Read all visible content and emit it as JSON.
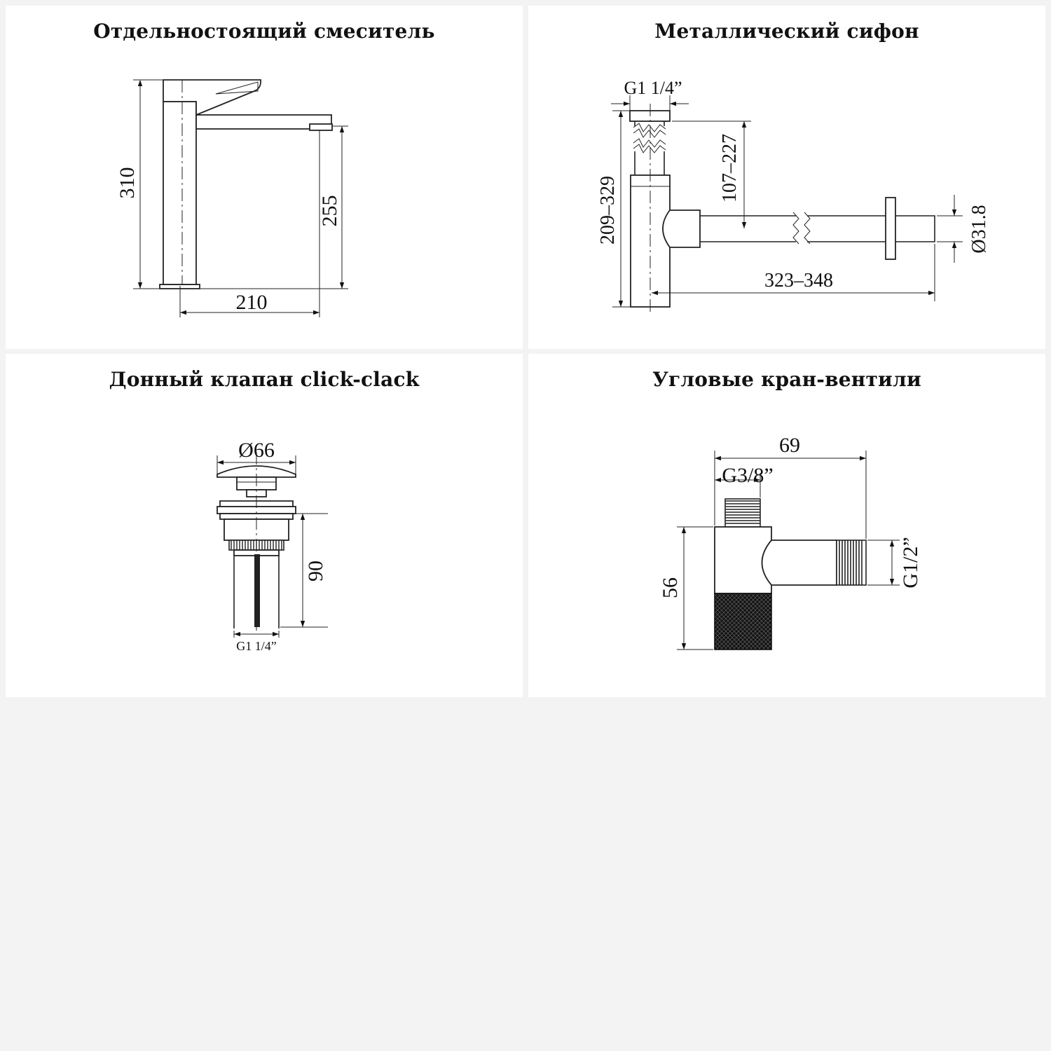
{
  "panels": [
    {
      "title": "Отдельностоящий смеситель",
      "dimensions": {
        "height_total": "310",
        "spout_height": "255",
        "reach": "210"
      }
    },
    {
      "title": "Металлический сифон",
      "dimensions": {
        "inlet_thread": "G1 1/4”",
        "adjust_height": "107–227",
        "total_height": "209–329",
        "length": "323–348",
        "outlet_diameter": "Ø31.8"
      }
    },
    {
      "title": "Донный клапан click-clack",
      "dimensions": {
        "cap_diameter": "Ø66",
        "height": "90",
        "thread": "G1 1/4”"
      }
    },
    {
      "title": "Угловые кран-вентили",
      "dimensions": {
        "width": "69",
        "inlet_thread": "G3/8”",
        "height": "56",
        "outlet_thread": "G1/2”"
      }
    }
  ]
}
